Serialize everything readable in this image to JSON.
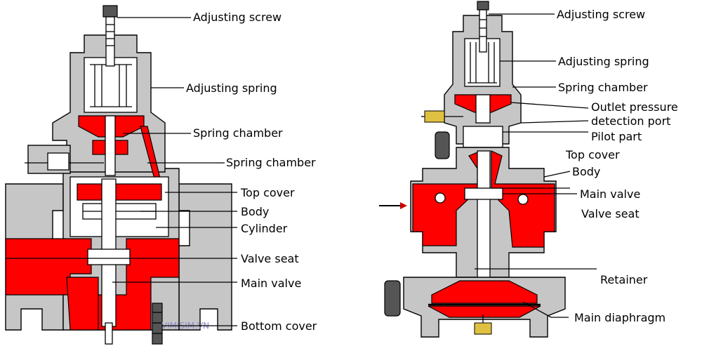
{
  "left_valve": {
    "labels": {
      "adjusting_screw": "Adjusting screw",
      "adjusting_spring": "Adjusting spring",
      "spring_chamber_1": "Spring chamber",
      "spring_chamber_2": "Spring chamber",
      "top_cover": "Top cover",
      "body": "Body",
      "cylinder": "Cylinder",
      "valve_seat": "Valve seat",
      "main_valve": "Main valve",
      "bottom_cover": "Bottom cover"
    },
    "watermark": "VIMISIM.VN"
  },
  "right_valve": {
    "labels": {
      "adjusting_screw": "Adjusting screw",
      "adjusting_spring": "Adjusting spring",
      "spring_chamber": "Spring chamber",
      "outlet_pressure_line1": "Outlet pressure",
      "outlet_pressure_line2": "detection port",
      "pilot_part": "Pilot part",
      "top_cover": "Top cover",
      "body": "Body",
      "main_valve": "Main valve",
      "valve_seat": "Valve seat",
      "retainer": "Retainer",
      "main_diaphragm": "Main diaphragm"
    }
  },
  "colors": {
    "casting": "#c6c6c6",
    "pressure_zone": "#ff0000",
    "fittings": "#e0c040",
    "inlet_arrow": "#cc0000"
  }
}
